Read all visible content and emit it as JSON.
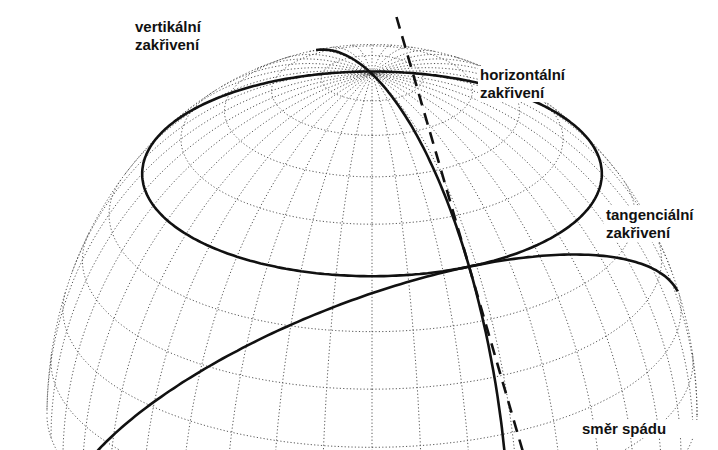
{
  "diagram": {
    "labels": [
      "vertikální zakřivení",
      "horizontální zakřivení",
      "tangenciální zakřivení",
      "směr spádu"
    ]
  }
}
